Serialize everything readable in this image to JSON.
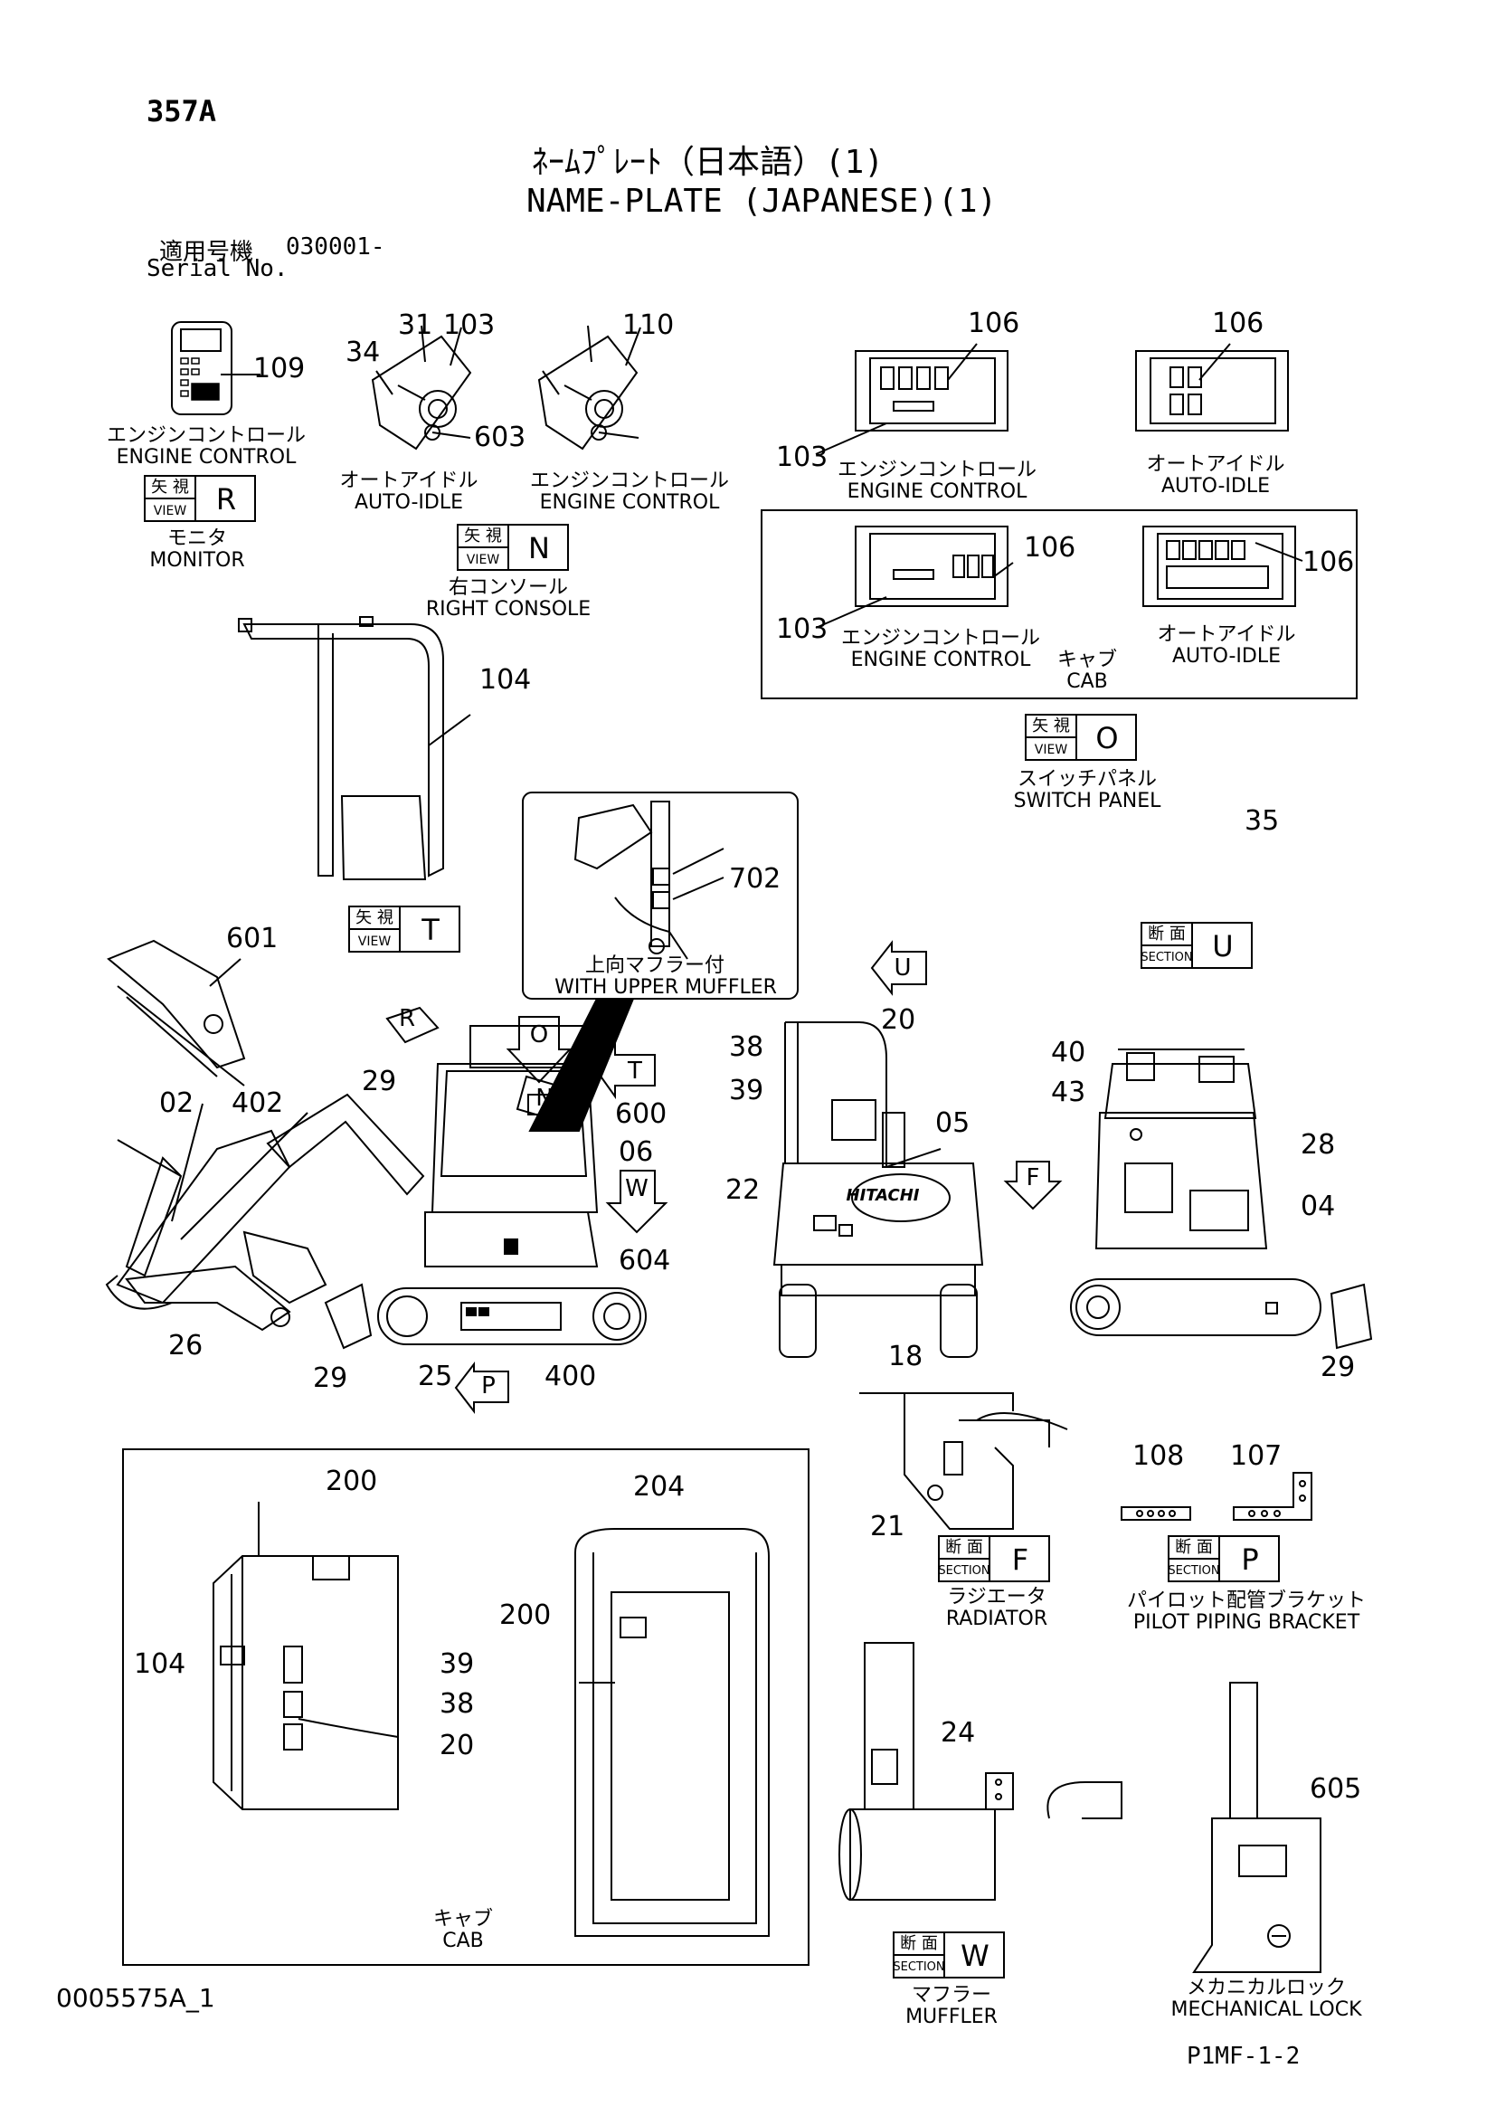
{
  "header": {
    "page_code": "357A",
    "title_jp": "ﾈｰﾑﾌﾟﾚｰﾄ（日本語）(1)",
    "title_en": "NAME-PLATE (JAPANESE)(1)",
    "serial_jp": "適用号機",
    "serial_value": "030001-",
    "serial_en": "Serial No."
  },
  "views": [
    {
      "id": "R",
      "kind": "矢 視",
      "sub": "VIEW",
      "jp": "モニタ",
      "en": "MONITOR"
    },
    {
      "id": "N",
      "kind": "矢 視",
      "sub": "VIEW",
      "jp": "右コンソール",
      "en": "RIGHT CONSOLE"
    },
    {
      "id": "O",
      "kind": "矢 視",
      "sub": "VIEW",
      "jp": "スイッチパネル",
      "en": "SWITCH PANEL"
    },
    {
      "id": "T",
      "kind": "矢 視",
      "sub": "VIEW"
    },
    {
      "id": "U",
      "kind": "断 面",
      "sub": "SECTION"
    },
    {
      "id": "F",
      "kind": "断 面",
      "sub": "SECTION",
      "jp": "ラジエータ",
      "en": "RADIATOR"
    },
    {
      "id": "P",
      "kind": "断 面",
      "sub": "SECTION",
      "jp": "パイロット配管ブラケット",
      "en": "PILOT PIPING BRACKET"
    },
    {
      "id": "W",
      "kind": "断 面",
      "sub": "SECTION",
      "jp": "マフラー",
      "en": "MUFFLER"
    }
  ],
  "labels": {
    "engine_control_jp": "エンジンコントロール",
    "engine_control_en": "ENGINE CONTROL",
    "auto_idle_jp": "オートアイドル",
    "auto_idle_en": "AUTO-IDLE",
    "cab_jp": "キャブ",
    "cab_en": "CAB",
    "muffler_up_jp": "上向マフラー付",
    "muffler_up_en": "WITH UPPER MUFFLER",
    "mech_lock_jp": "メカニカルロック",
    "mech_lock_en": "MECHANICAL LOCK",
    "logo": "HITACHI"
  },
  "arrows": [
    "R",
    "O",
    "N",
    "T",
    "W",
    "U",
    "F",
    "P"
  ],
  "callouts": [
    "109",
    "34",
    "31",
    "103",
    "603",
    "110",
    "106",
    "106",
    "103",
    "106",
    "106",
    "103",
    "104",
    "35",
    "702",
    "601",
    "02",
    "402",
    "29",
    "600",
    "06",
    "604",
    "26",
    "29",
    "25",
    "400",
    "38",
    "20",
    "39",
    "05",
    "22",
    "18",
    "40",
    "43",
    "28",
    "04",
    "29",
    "21",
    "108",
    "107",
    "200",
    "204",
    "200",
    "104",
    "39",
    "38",
    "20",
    "24",
    "605"
  ],
  "footer": {
    "left_code": "0005575A_1",
    "right_code": "P1MF-1-2"
  },
  "colors": {
    "ink": "#000000",
    "paper": "#ffffff"
  }
}
